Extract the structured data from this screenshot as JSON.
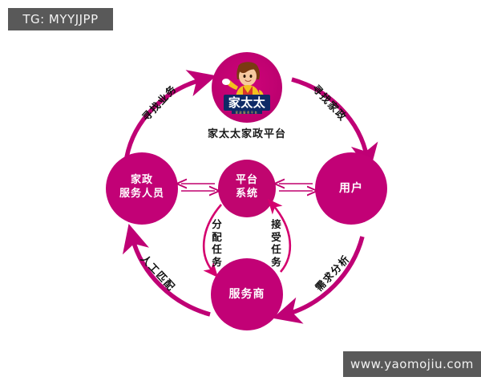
{
  "watermarks": {
    "top_left": "TG: MYYJJPP",
    "bottom_right": "www.yaomojiu.com"
  },
  "diagram": {
    "title": "家太太家政平台",
    "brand_color": "#bf0075",
    "accent_color": "#d4006e",
    "arc_color": "#9c1458",
    "logo": {
      "name": "jia-tai-tai-logo",
      "wordmark": "家太太",
      "subtext": "家政服务平台"
    },
    "nodes": [
      {
        "id": "platform",
        "label": "平台系统",
        "label_lines": [
          "平台",
          "系统"
        ]
      },
      {
        "id": "staff",
        "label": "家政服务人员",
        "label_lines": [
          "家政",
          "服务人员"
        ]
      },
      {
        "id": "user",
        "label": "用户",
        "label_lines": [
          "用户"
        ]
      },
      {
        "id": "provider",
        "label": "服务商",
        "label_lines": [
          "服务商"
        ]
      }
    ],
    "outer_arc_labels": [
      {
        "id": "seek-business",
        "text": "寻找业务"
      },
      {
        "id": "seek-housekeeping",
        "text": "寻找家政"
      },
      {
        "id": "manual-matching",
        "text": "人工匹配"
      },
      {
        "id": "demand-analysis",
        "text": "需求分析"
      }
    ],
    "inner_labels": [
      {
        "id": "assign-task",
        "text": "分配任务"
      },
      {
        "id": "accept-task",
        "text": "接受任务"
      }
    ]
  }
}
